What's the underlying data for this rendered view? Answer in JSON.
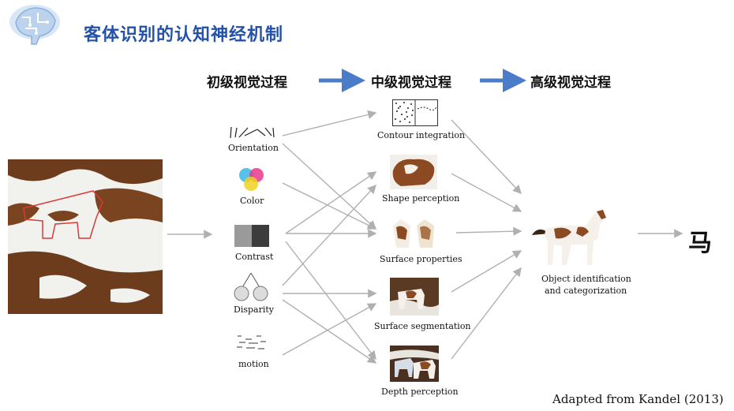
{
  "title": "客体识别的认知神经机制",
  "stages": {
    "primary": "初级视觉过程",
    "intermediate": "中级视觉过程",
    "high": "高级视觉过程"
  },
  "features": {
    "orientation": "Orientation",
    "color": "Color",
    "contrast": "Contrast",
    "disparity": "Disparity",
    "motion": "motion"
  },
  "intermediate": {
    "contour": "Contour integration",
    "shape": "Shape perception",
    "surface_props": "Surface properties",
    "segmentation": "Surface segmentation",
    "depth": "Depth perception"
  },
  "object_label_1": "Object identification",
  "object_label_2": "and categorization",
  "result": "马",
  "citation": "Adapted from Kandel (2013)",
  "colors": {
    "title": "#2352a8",
    "stage_arrow": "#4a7cc9",
    "connection": "#b0b0b0",
    "horse_brown": "#7a4420"
  }
}
